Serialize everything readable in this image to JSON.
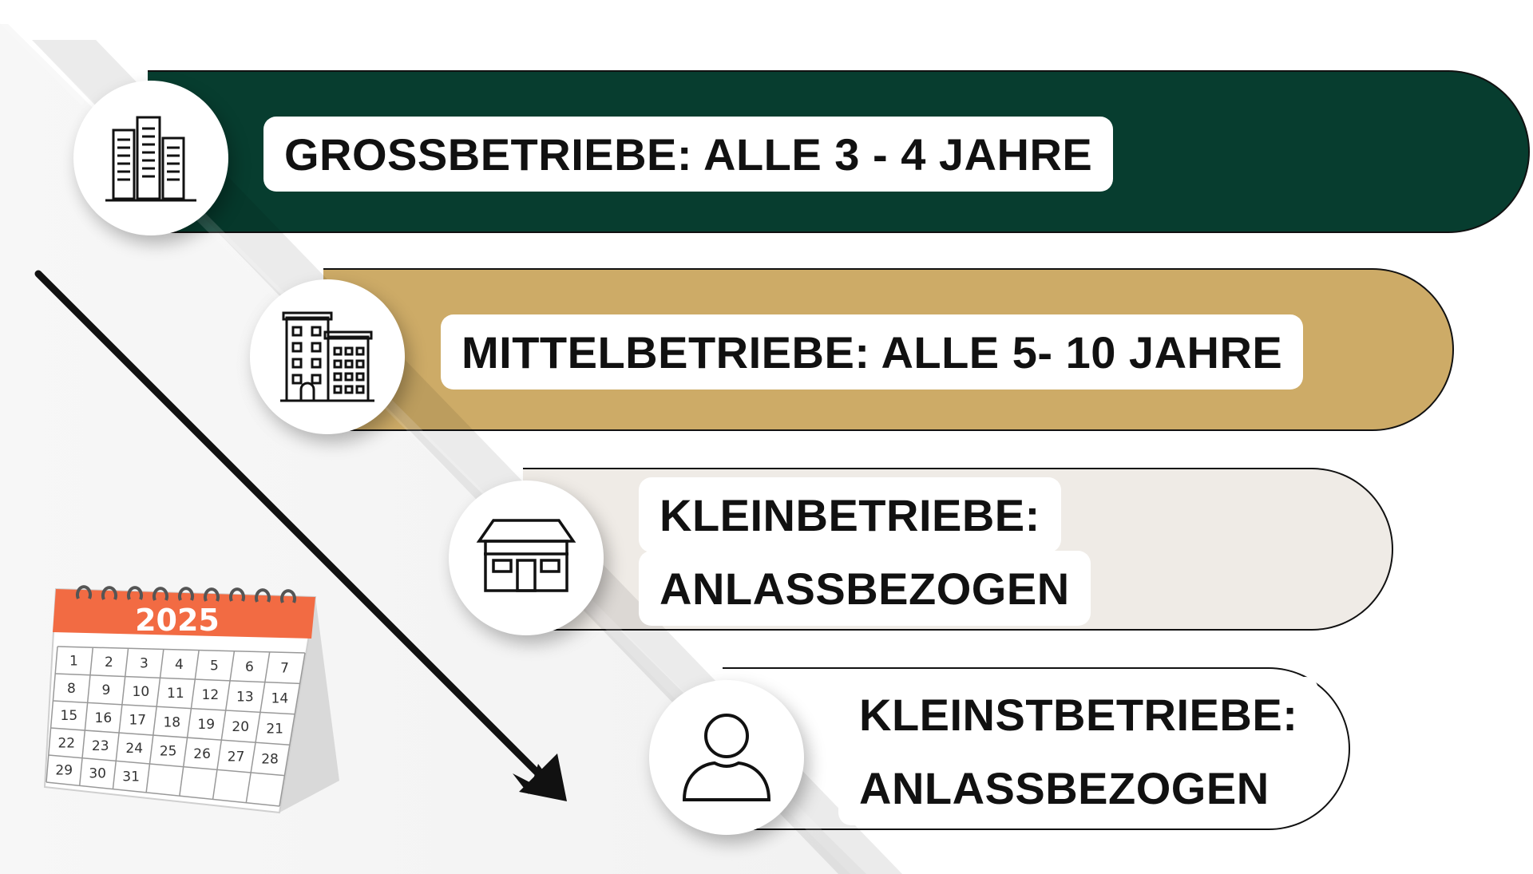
{
  "colors": {
    "bar1": "#073d2f",
    "bar2": "#cdab67",
    "bar3": "#efebe6",
    "bar4": "#ffffff",
    "calendar_accent": "#f26b43"
  },
  "rows": [
    {
      "icon": "skyscrapers-icon",
      "lines": [
        "GROSSBETRIEBE: ALLE 3 - 4 JAHRE"
      ]
    },
    {
      "icon": "office-building-icon",
      "lines": [
        "MITTELBETRIEBE: ALLE 5- 10 JAHRE"
      ]
    },
    {
      "icon": "house-icon",
      "lines": [
        "KLEINBETRIEBE:",
        "ANLASSBEZOGEN"
      ]
    },
    {
      "icon": "person-icon",
      "lines": [
        "KLEINSTBETRIEBE:",
        "ANLASSBEZOGEN"
      ]
    }
  ],
  "calendar": {
    "year": "2025",
    "days": [
      "1",
      "2",
      "3",
      "4",
      "5",
      "6",
      "7",
      "8",
      "9",
      "10",
      "11",
      "12",
      "13",
      "14",
      "15",
      "16",
      "17",
      "18",
      "19",
      "20",
      "21",
      "22",
      "23",
      "24",
      "25",
      "26",
      "27",
      "28",
      "29",
      "30",
      "31"
    ]
  }
}
